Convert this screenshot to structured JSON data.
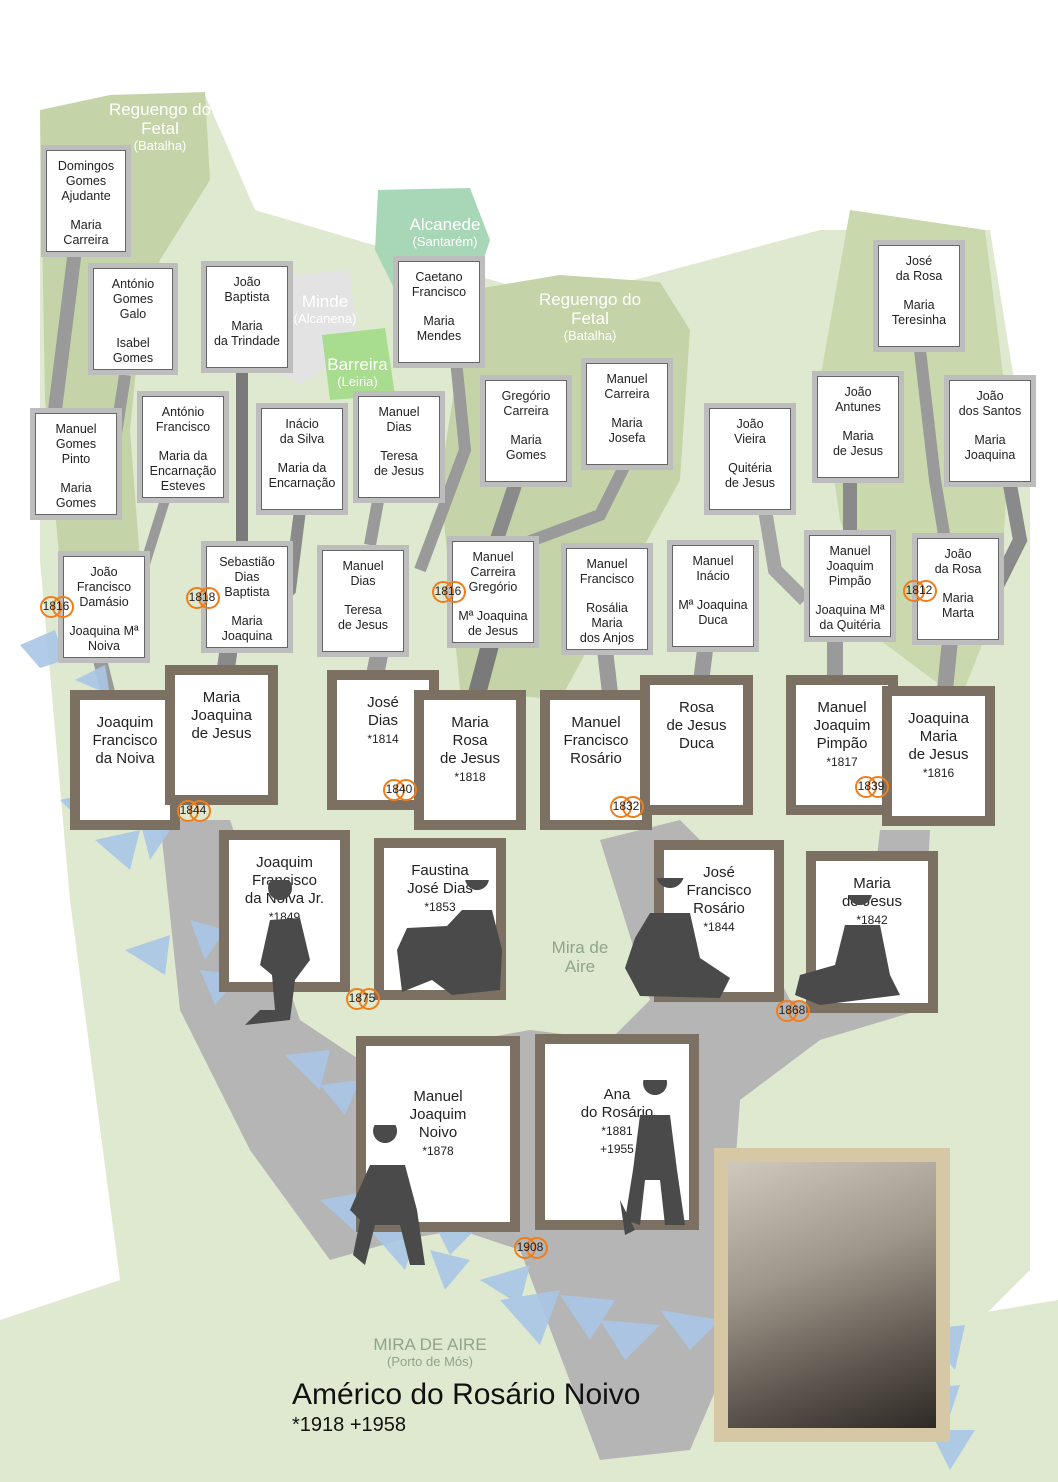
{
  "colors": {
    "leaf": "#c5d4a8",
    "pale": "#dfe9cf",
    "card": "#bdbdbd",
    "frame": "#7b7062",
    "ring": "#ef7d1a",
    "trunk": "#b5b5b5",
    "leaves": "#a9c6e6"
  },
  "regions": {
    "r1": {
      "name": "Reguengo do Fetal",
      "sub": "(Batalha)"
    },
    "r2": {
      "name": "Alcanede",
      "sub": "(Santarém)"
    },
    "r3": {
      "name": "Minde",
      "sub": "(Alcanena)"
    },
    "r4": {
      "name": "Barreira",
      "sub": "(Leiria)"
    },
    "r5": {
      "name": "Reguengo do Fetal",
      "sub": "(Batalha)"
    },
    "r6": {
      "name": "Mira de Aire",
      "sub": ""
    },
    "r7": {
      "name": "MIRA DE AIRE",
      "sub": "(Porto de Mós)"
    }
  },
  "g5": [
    {
      "l1": "Domingos",
      "l2": "Gomes",
      "l3": "Ajudante",
      "s1": "Maria",
      "s2": "Carreira"
    },
    {
      "l1": "António",
      "l2": "Gomes",
      "l3": "Galo",
      "s1": "Isabel",
      "s2": "Gomes"
    },
    {
      "l1": "João",
      "l2": "Baptista",
      "s1": "Maria",
      "s2": "da Trindade"
    },
    {
      "l1": "Manuel",
      "l2": "Gomes",
      "l3": "Pinto",
      "s1": "Maria",
      "s2": "Gomes"
    },
    {
      "l1": "António",
      "l2": "Francisco",
      "s1": "Maria da",
      "s2": "Encarnação",
      "s3": "Esteves"
    },
    {
      "l1": "Inácio",
      "l2": "da Silva",
      "s1": "Maria da",
      "s2": "Encarnação"
    },
    {
      "l1": "Manuel",
      "l2": "Dias",
      "s1": "Teresa",
      "s2": "de Jesus"
    },
    {
      "l1": "Caetano",
      "l2": "Francisco",
      "s1": "Maria",
      "s2": "Mendes"
    },
    {
      "l1": "Gregório",
      "l2": "Carreira",
      "s1": "Maria",
      "s2": "Gomes"
    },
    {
      "l1": "Manuel",
      "l2": "Carreira",
      "s1": "Maria",
      "s2": "Josefa"
    },
    {
      "l1": "João",
      "l2": "Vieira",
      "s1": "Quitéria",
      "s2": "de Jesus"
    },
    {
      "l1": "João",
      "l2": "Antunes",
      "s1": "Maria",
      "s2": "de Jesus"
    },
    {
      "l1": "José",
      "l2": "da Rosa",
      "s1": "Maria",
      "s2": "Teresinha"
    },
    {
      "l1": "João",
      "l2": "dos Santos",
      "s1": "Maria",
      "s2": "Joaquina"
    }
  ],
  "g4": [
    {
      "l1": "João",
      "l2": "Francisco",
      "l3": "Damásio",
      "s1": "Joaquina Mª",
      "s2": "Noiva"
    },
    {
      "l1": "Sebastião",
      "l2": "Dias",
      "l3": "Baptista",
      "s1": "Maria",
      "s2": "Joaquina"
    },
    {
      "l1": "Manuel",
      "l2": "Dias",
      "s1": "Teresa",
      "s2": "de Jesus"
    },
    {
      "l1": "Manuel",
      "l2": "Carreira",
      "l3": "Gregório",
      "s1": "Mª Joaquina",
      "s2": "de Jesus"
    },
    {
      "l1": "Manuel",
      "l2": "Francisco",
      "s1": "Rosália",
      "s2": "Maria",
      "s3": "dos Anjos"
    },
    {
      "l1": "Manuel",
      "l2": "Inácio",
      "s1": "Mª Joaquina",
      "s2": "Duca"
    },
    {
      "l1": "Manuel",
      "l2": "Joaquim",
      "l3": "Pimpão",
      "s1": "Joaquina Mª",
      "s2": "da Quitéria"
    },
    {
      "l1": "João",
      "l2": "da Rosa",
      "s1": "Maria",
      "s2": "Marta"
    }
  ],
  "g3": [
    {
      "l1": "Joaquim",
      "l2": "Francisco",
      "l3": "da Noiva",
      "yr": ""
    },
    {
      "l1": "Maria",
      "l2": "Joaquina",
      "l3": "de Jesus",
      "yr": ""
    },
    {
      "l1": "José",
      "l2": "Dias",
      "l3": "",
      "yr": "*1814"
    },
    {
      "l1": "Maria",
      "l2": "Rosa",
      "l3": "de Jesus",
      "yr": "*1818"
    },
    {
      "l1": "Manuel",
      "l2": "Francisco",
      "l3": "Rosário",
      "yr": ""
    },
    {
      "l1": "Rosa",
      "l2": "de Jesus",
      "l3": "Duca",
      "yr": ""
    },
    {
      "l1": "Manuel",
      "l2": "Joaquim",
      "l3": "Pimpão",
      "yr": "*1817"
    },
    {
      "l1": "Joaquina",
      "l2": "Maria",
      "l3": "de Jesus",
      "yr": "*1816"
    }
  ],
  "g2": [
    {
      "l1": "Joaquim",
      "l2": "Francisco",
      "l3": "da Noiva Jr.",
      "yr": "*1849"
    },
    {
      "l1": "Faustina",
      "l2": "José Dias",
      "l3": "",
      "yr": "*1853"
    },
    {
      "l1": "José",
      "l2": "Francisco",
      "l3": "Rosário",
      "yr": "*1844"
    },
    {
      "l1": "Maria",
      "l2": "de Jesus",
      "l3": "",
      "yr": "*1842"
    }
  ],
  "g1": [
    {
      "l1": "Manuel",
      "l2": "Joaquim",
      "l3": "Noivo",
      "yr": "*1878",
      "yr2": ""
    },
    {
      "l1": "Ana",
      "l2": "do Rosário",
      "l3": "",
      "yr": "*1881",
      "yr2": "+1955"
    }
  ],
  "marriages": [
    "1816",
    "1818",
    "1816",
    "1812",
    "1844",
    "1840",
    "1832",
    "1839",
    "1875",
    "1868",
    "1908"
  ],
  "subject": {
    "name": "Américo do Rosário Noivo",
    "dates": "*1918  +1958"
  }
}
